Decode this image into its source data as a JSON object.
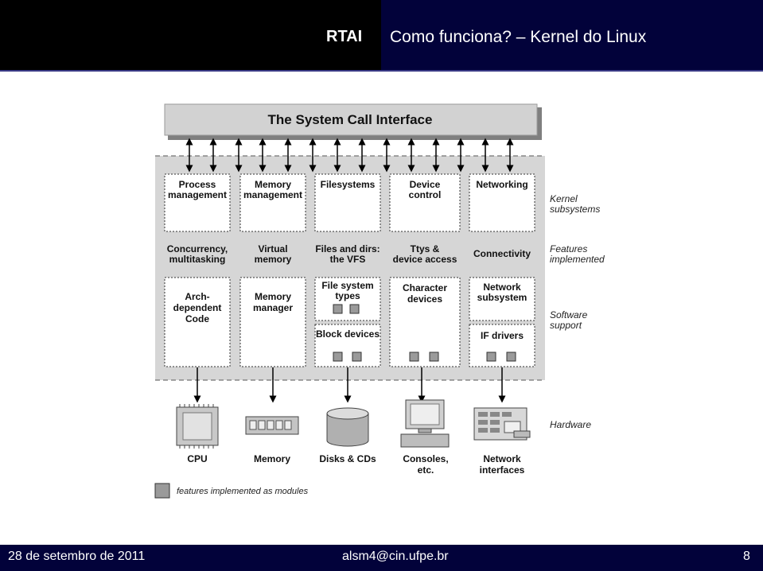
{
  "header": {
    "brand": "RTAI",
    "title": "Como funciona? – Kernel do Linux"
  },
  "footer": {
    "date": "28 de setembro de 2011",
    "email": "alsm4@cin.ufpe.br",
    "page": "8"
  },
  "diagram": {
    "syscall": "The System Call Interface",
    "subsystems": [
      [
        "Process",
        "management"
      ],
      [
        "Memory",
        "management"
      ],
      [
        "Filesystems"
      ],
      [
        "Device",
        "control"
      ],
      [
        "Networking"
      ]
    ],
    "features": [
      [
        "Concurrency,",
        "multitasking"
      ],
      [
        "Virtual",
        "memory"
      ],
      [
        "Files and dirs:",
        "the VFS"
      ],
      [
        "Ttys &",
        "device access"
      ],
      [
        "Connectivity"
      ]
    ],
    "support": {
      "arch": [
        "Arch-",
        "dependent",
        "Code"
      ],
      "mem_manager": [
        "Memory",
        "manager"
      ],
      "fs_types": [
        "File system",
        "types"
      ],
      "block": "Block devices",
      "char": [
        "Character",
        "devices"
      ],
      "net_sub": [
        "Network",
        "subsystem"
      ],
      "if_drivers": "IF drivers"
    },
    "hardware": [
      [
        "CPU"
      ],
      [
        "Memory"
      ],
      [
        "Disks & CDs"
      ],
      [
        "Consoles,",
        "etc."
      ],
      [
        "Network",
        "interfaces"
      ]
    ],
    "side_labels": {
      "kernel": [
        "Kernel",
        "subsystems"
      ],
      "features": [
        "Features",
        "implemented"
      ],
      "software": [
        "Software",
        "support"
      ],
      "hardware": [
        "Hardware"
      ]
    },
    "legend": "features implemented as modules"
  }
}
